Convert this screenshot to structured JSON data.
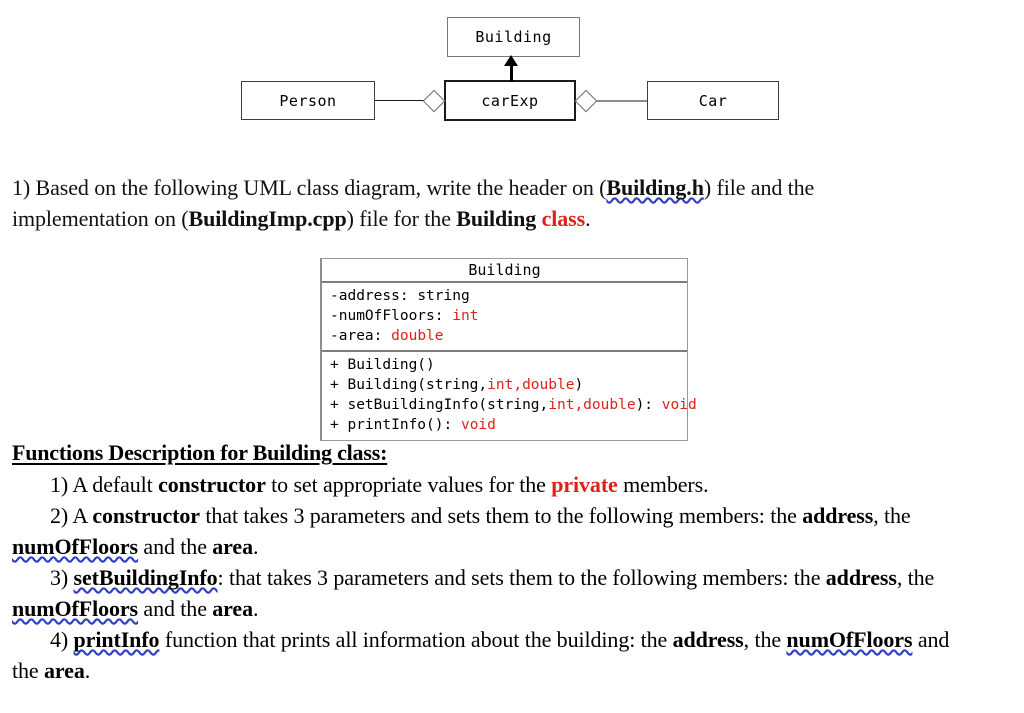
{
  "relationship_diagram": {
    "boxes": [
      {
        "id": "building",
        "label": "Building"
      },
      {
        "id": "person",
        "label": "Person"
      },
      {
        "id": "carexp",
        "label": "carExp"
      },
      {
        "id": "car",
        "label": "Car"
      }
    ],
    "connectors": [
      {
        "from": "person",
        "to": "carexp",
        "type": "aggregation",
        "color": "#1c1c1c"
      },
      {
        "from": "carexp",
        "to": "car",
        "type": "aggregation",
        "color": "#8e8e8e"
      },
      {
        "from": "carexp",
        "to": "building",
        "type": "inheritance-arrow",
        "color": "#000000"
      }
    ]
  },
  "question": {
    "number": "1)",
    "text_part1": " Based on the following UML class diagram, write the header on (",
    "header_file": "Building.h",
    "text_part2": ") file and the implementation on (",
    "impl_file": "BuildingImp.cpp",
    "text_part3": ") file for the ",
    "class_word_bold": "Building",
    "class_word_red": "class",
    "text_end": "."
  },
  "class_diagram": {
    "name": "Building",
    "attributes": [
      {
        "visibility": "-",
        "name": "address",
        "sep": ": ",
        "type": "string",
        "type_color": "black"
      },
      {
        "visibility": "-",
        "name": "numOfFloors",
        "sep": ": ",
        "type": "int",
        "type_color": "red"
      },
      {
        "visibility": "-",
        "name": "area",
        "sep": ": ",
        "type": "double",
        "type_color": "red"
      }
    ],
    "methods": [
      {
        "visibility": "+ ",
        "signature": "Building()",
        "params_red": "",
        "return": ""
      },
      {
        "visibility": "+ ",
        "signature": "Building(string,",
        "params_red": "int,double",
        "close": ")",
        "return": ""
      },
      {
        "visibility": "+ ",
        "signature": "setBuildingInfo(string,",
        "params_red": "int,double",
        "close": "): ",
        "return": "void"
      },
      {
        "visibility": "+ ",
        "signature": "printInfo(): ",
        "params_red": "",
        "close": "",
        "return": "void"
      }
    ]
  },
  "functions_description": {
    "heading": "Functions Description for Building class:",
    "items": [
      {
        "number": "1)",
        "seg1": " A default ",
        "bold1": "constructor",
        "seg2": " to set appropriate values for the ",
        "red1": "private",
        "seg3": " members."
      },
      {
        "number": "2)",
        "seg1": "  A ",
        "bold1": "constructor",
        "seg2": " that takes 3 parameters and sets them to the following members: the ",
        "bold2": "address",
        "seg3": ", the ",
        "bold3": "numOfFloors",
        "seg4": " and the ",
        "bold4": "area",
        "seg5": "."
      },
      {
        "number": "3)",
        "bold1": "setBuildingInfo",
        "seg2": ": that takes 3 parameters and sets them to the following members: the ",
        "bold2": "address",
        "seg3": ", the ",
        "bold3": "numOfFloors",
        "seg4": " and the ",
        "bold4": "area",
        "seg5": "."
      },
      {
        "number": "4)",
        "bold1": "printInfo",
        "seg2": " function that prints all information about the building: the ",
        "bold2": "address",
        "seg3": ", the ",
        "bold3": "numOfFloors",
        "seg4": " and the ",
        "bold4": "area",
        "seg5": "."
      }
    ]
  },
  "colors": {
    "accent_red": "#e02118",
    "spellcheck_blue": "#2d3fc4",
    "box_border": "#3f3f3f",
    "gray_connector": "#8e8e8e"
  }
}
